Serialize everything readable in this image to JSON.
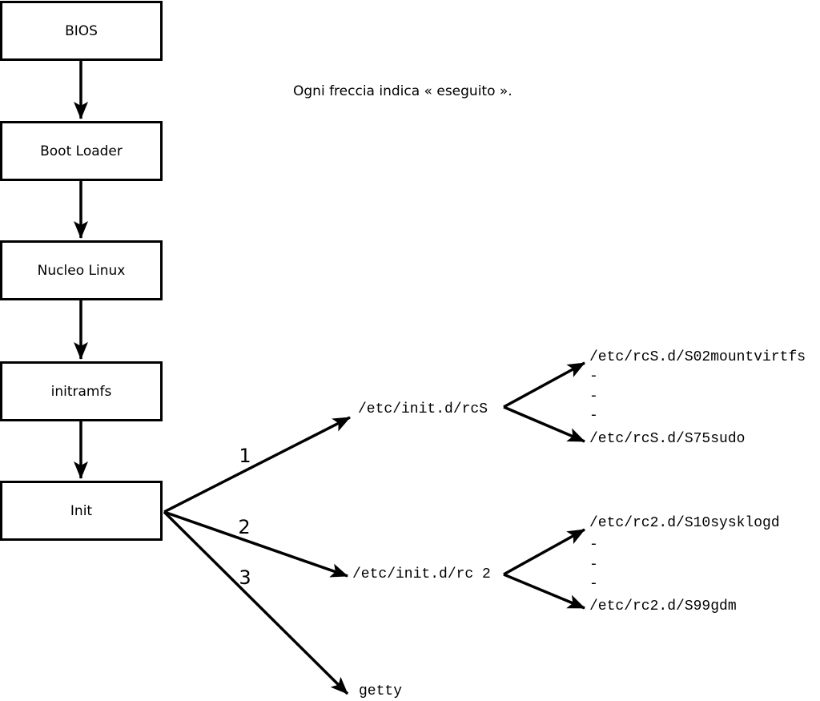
{
  "canvas": {
    "background": "#ffffff",
    "ink": "#000000"
  },
  "caption": {
    "text": "Ogni freccia indica « eseguito »."
  },
  "flow_boxes": [
    {
      "label": "BIOS"
    },
    {
      "label": "Boot Loader"
    },
    {
      "label": "Nucleo Linux"
    },
    {
      "label": "initramfs"
    },
    {
      "label": "Init"
    }
  ],
  "branches": [
    {
      "number": "1",
      "target": "/etc/init.d/rcS",
      "children": [
        "/etc/rcS.d/S02mountvirtfs",
        "-",
        "-",
        "-",
        "/etc/rcS.d/S75sudo"
      ]
    },
    {
      "number": "2",
      "target": "/etc/init.d/rc 2",
      "children": [
        "/etc/rc2.d/S10sysklogd",
        "-",
        "-",
        "-",
        "/etc/rc2.d/S99gdm"
      ]
    },
    {
      "number": "3",
      "target": "getty"
    }
  ]
}
